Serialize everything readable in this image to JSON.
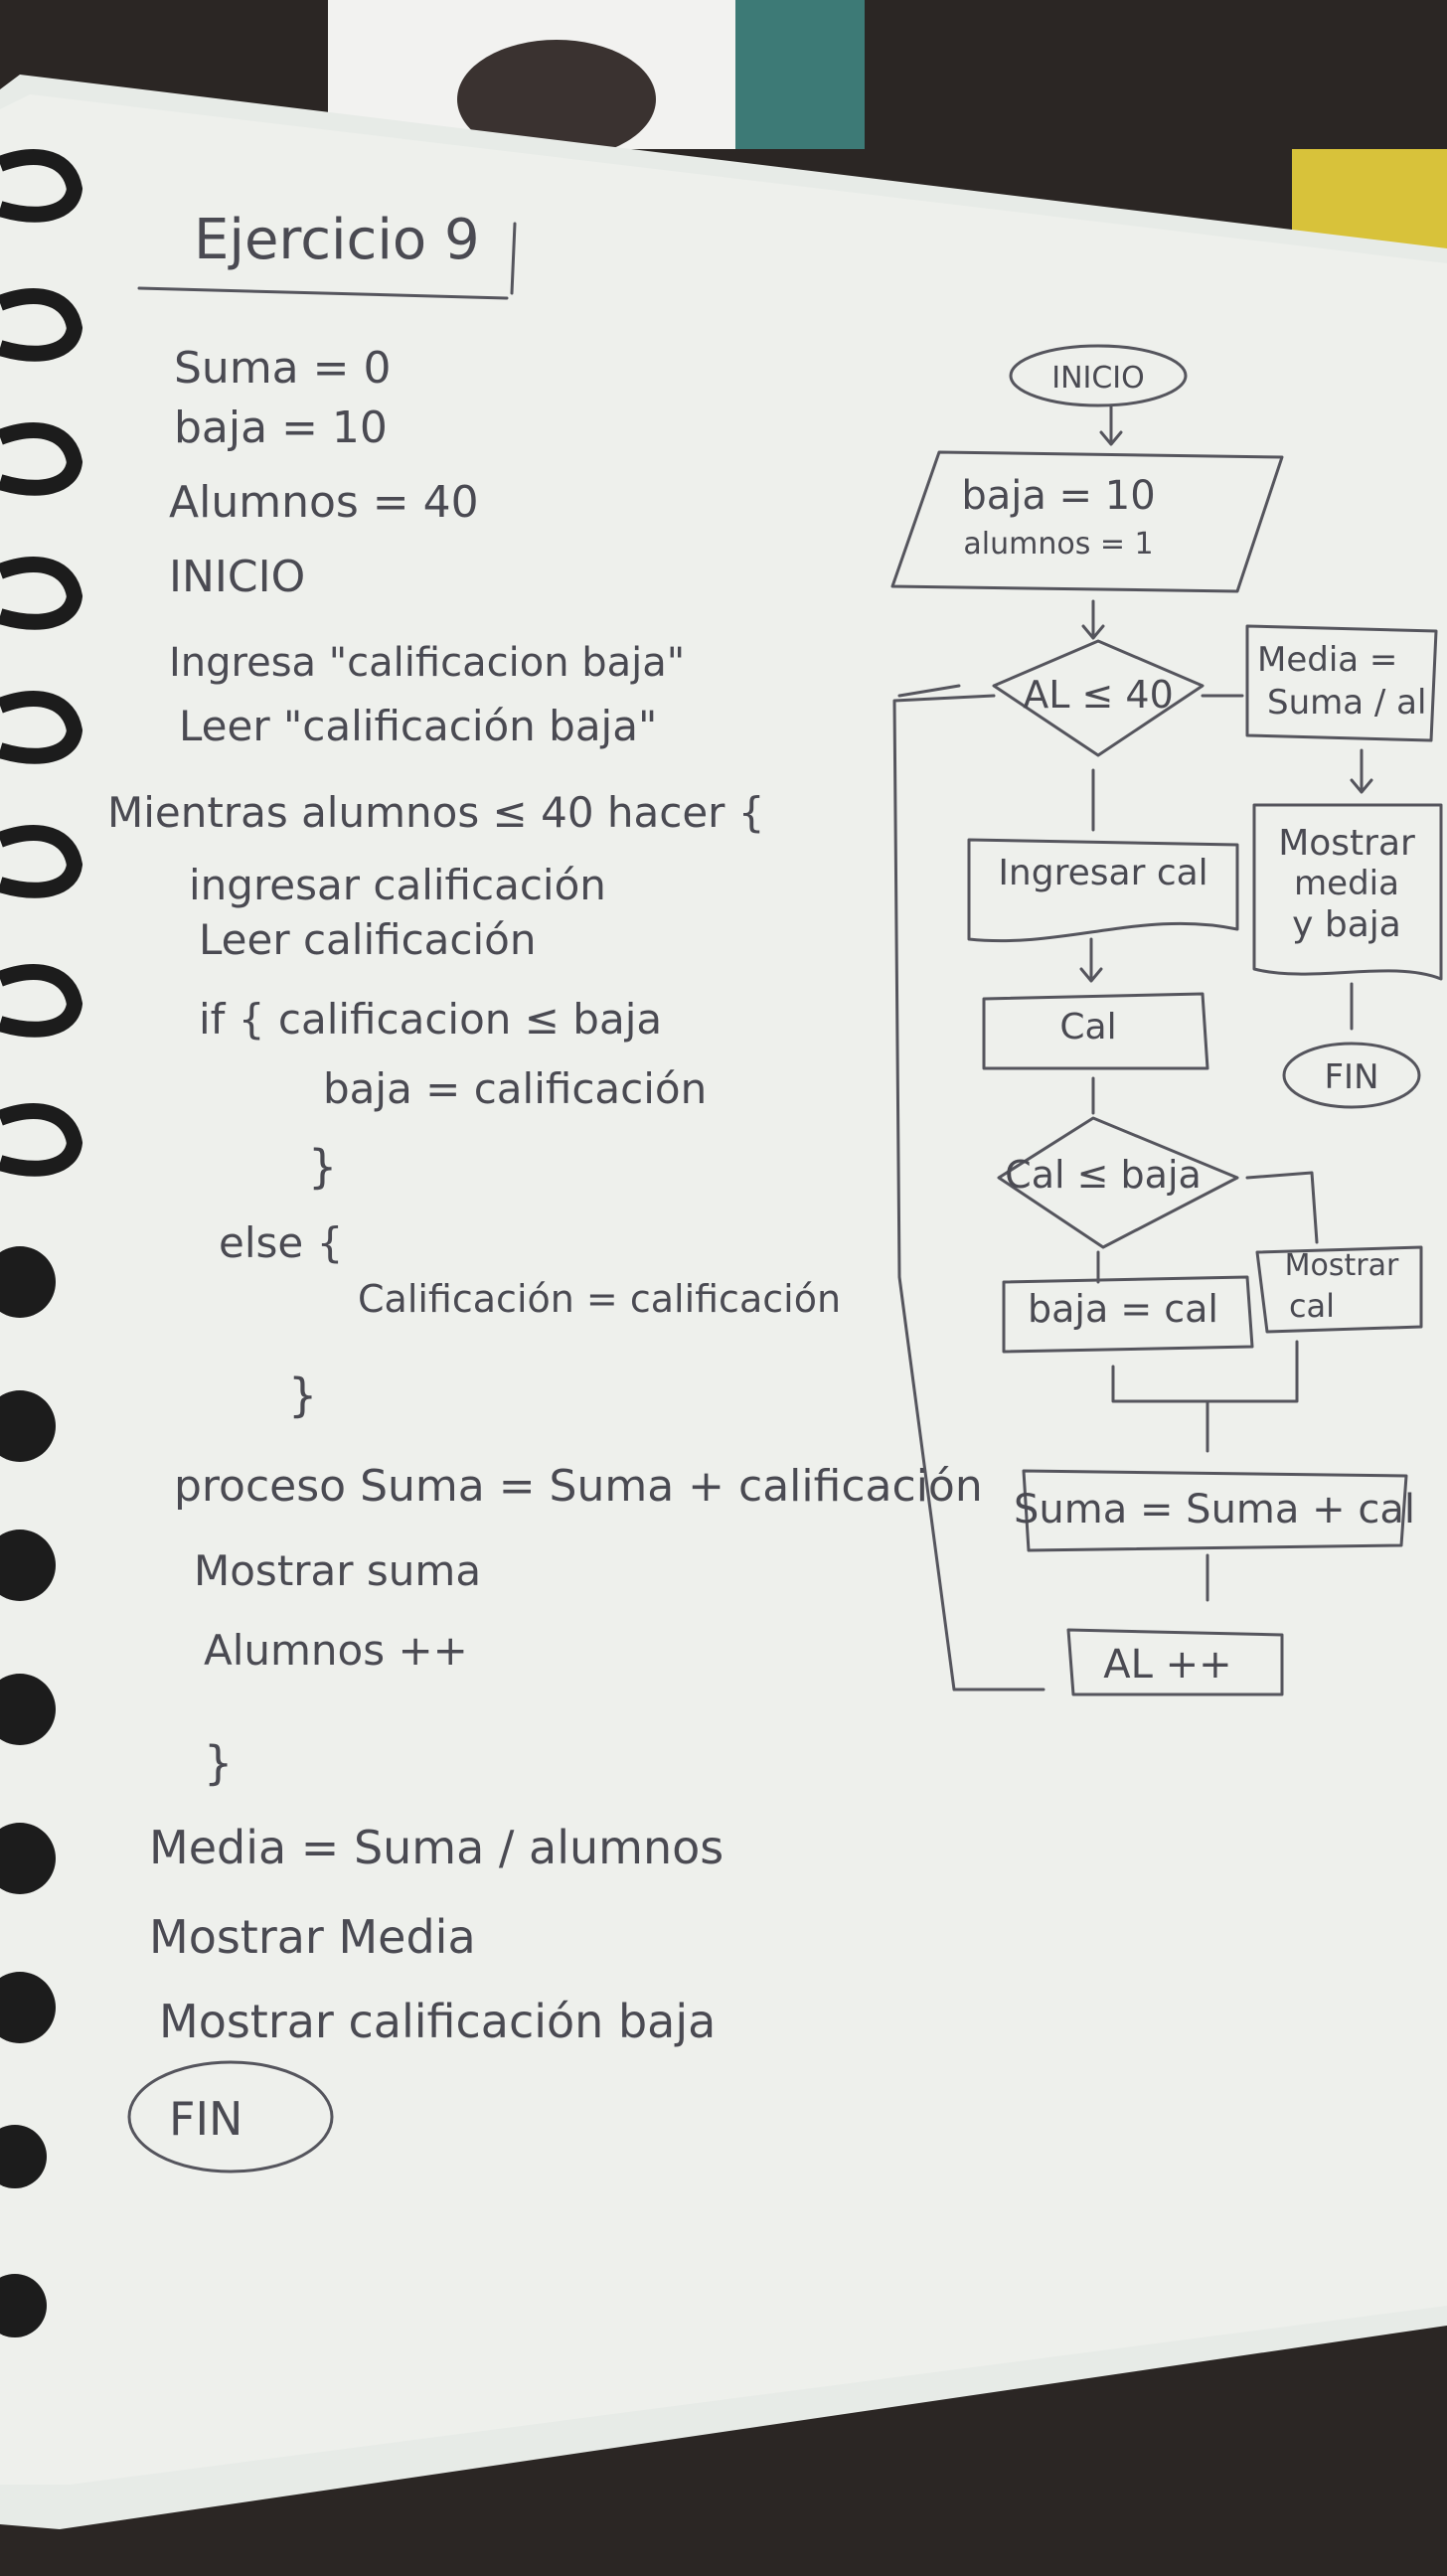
{
  "page": {
    "title": "Ejercicio 9",
    "colors": {
      "paper": "#eef0ec",
      "ink": "#4a4a52",
      "background": "#2b2624",
      "ring": "#1c1c1c"
    }
  },
  "pseudocode": [
    "Suma = 0",
    "baja = 10",
    "Alumnos = 40",
    "INICIO",
    "Ingresa \"calificacion baja\"",
    "Leer \"calificación baja\"",
    "Mientras alumnos ≤ 40 hacer {",
    "ingresar calificación",
    "Leer calificación",
    "if { calificacion ≤ baja",
    "baja = calificación",
    "}",
    "else {",
    "Calificación = calificación",
    "}",
    "proceso  Suma = Suma + calificación",
    "Mostrar suma",
    "Alumnos ++",
    "}",
    "Media = Suma / alumnos",
    "Mostrar Media",
    "Mostrar calificación baja",
    "FIN"
  ],
  "flowchart": {
    "start": "INICIO",
    "init": [
      "baja = 10",
      "alumnos = 1"
    ],
    "loop_condition": "AL ≤ 40",
    "input": "Ingresar cal",
    "read": "Cal",
    "compare": "Cal ≤ baja",
    "assign_low": "baja = cal",
    "show_cal": [
      "Mostrar",
      "cal"
    ],
    "sum": "Suma = Suma + cal",
    "increment": "AL ++",
    "average": [
      "Media =",
      "Suma / al"
    ],
    "show_results": [
      "Mostrar",
      "media",
      "y baja"
    ],
    "end": "FIN"
  }
}
